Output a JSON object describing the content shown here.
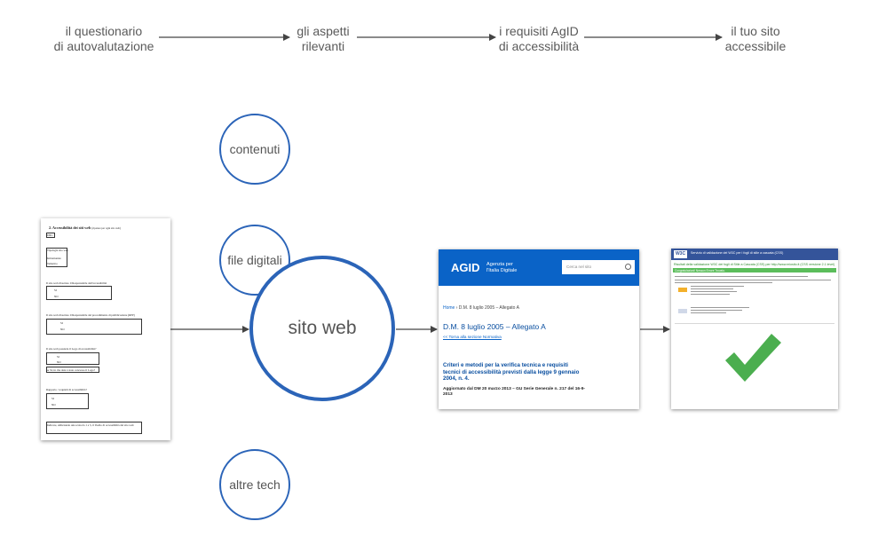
{
  "steps": [
    {
      "id": "questionnaire",
      "label": "il questionario\ndi autovalutazione"
    },
    {
      "id": "aspects",
      "label": "gli aspetti\nrilevanti"
    },
    {
      "id": "requirements",
      "label": "i requisiti AgID\ndi accessibilità"
    },
    {
      "id": "accessible_site",
      "label": "il tuo sito\naccessibile"
    }
  ],
  "aspects": {
    "contents": "contenuti",
    "digital_files": "file digitali",
    "website": "sito web",
    "other_tech": "altre tech"
  },
  "questionnaire_doc": {
    "heading": "2. Accessibilità dei siti web",
    "heading_note": "(ripetere per ogni sito web)",
    "url_label": "URL:",
    "type_label": "Tipologia sito web",
    "type_options": [
      "Istituzionale",
      "Tematico"
    ],
    "q_manager": "Il sito web rilasciato il Responsabile dell'accessibilità",
    "q_publisher": "Il sito web rilasciato il Responsabile del procedimento di pubblicazione (RPP)",
    "q_law": "Il sito web possiede il Logo di accessibilità?",
    "q_date": "Se SI, in che data è stato concesso il Logo?",
    "q_report": "Rapporto / requisiti di accessibilità?",
    "q_scale": "Indicare, utilizzando una scala da 1 a 5, il livello di accessibilità del sito web",
    "yes": "SI",
    "no": "NO"
  },
  "agid_page": {
    "logo": "AGID",
    "logo_text": "Agenzia per l'Italia Digitale",
    "search_placeholder": "Cerca nel sito",
    "breadcrumb_home": "Home",
    "breadcrumb_sep": "›",
    "breadcrumb_current": "D.M. 8 luglio 2005 – Allegato A",
    "title": "D.M. 8 luglio 2005 – Allegato A",
    "back_link": "<< Torna alla sezione Normativa",
    "description": "Criteri e metodi per la verifica tecnica e requisiti tecnici di accessibilità previsti dalla legge 9 gennaio 2004, n. 4.",
    "updated": "Aggiornato dal DM 20 marzo 2013 – GU Serie Generale n. 217 del 16-9-2013",
    "color_primary": "#0a63c7"
  },
  "w3c_page": {
    "logo": "W3C",
    "header_text": "Servizio di validazione del W3C per i fogli di stile a cascata (CSS)",
    "result_text": "Risultati della validazione W3C dei fogli di Stile a Cascata (CSS) per http://www.miosito.it (CSS versione 2.1 level)",
    "bar_text": "Congratulazioni! Nessun Errore Trovato."
  },
  "colors": {
    "accent": "#2b64b8",
    "check": "#4bae4f",
    "arrow": "#444444",
    "text": "#5a5a5a"
  }
}
